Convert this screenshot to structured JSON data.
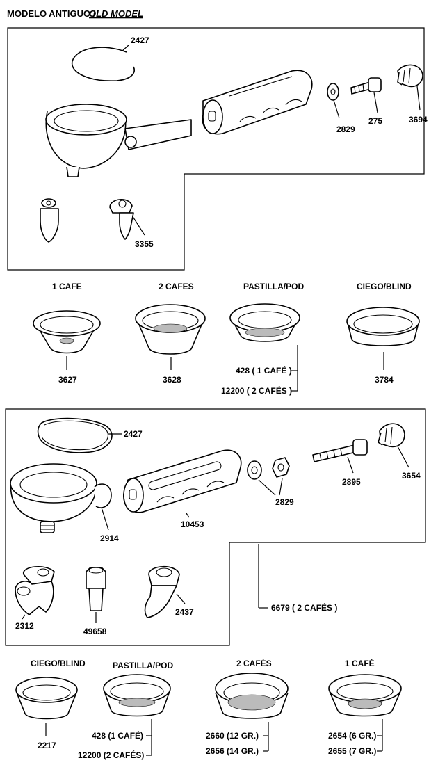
{
  "title": {
    "main": "MODELO ANTIGUO /",
    "italic": "OLD MODEL"
  },
  "old_model": {
    "labels": {
      "ring": "2427",
      "washer": "2829",
      "screw": "275",
      "knob": "3694",
      "spout": "3355"
    }
  },
  "old_baskets": [
    {
      "heading": "1 CAFE",
      "code": "3627"
    },
    {
      "heading": "2 CAFES",
      "code": "3628"
    },
    {
      "heading": "PASTILLA/POD",
      "codes": [
        "428 ( 1 CAFÉ )",
        "12200 ( 2 CAFÉS )"
      ]
    },
    {
      "heading": "CIEGO/BLIND",
      "code": "3784"
    }
  ],
  "new_model": {
    "labels": {
      "ring": "2427",
      "handle": "10453",
      "washers": "2829",
      "screw": "2895",
      "knob": "3654",
      "holder": "2914",
      "spout_a": "2312",
      "spout_b": "49658",
      "spout_c": "2437",
      "complete": "6679 ( 2 CAFÉS )"
    }
  },
  "new_baskets": [
    {
      "heading": "CIEGO/BLIND",
      "codes": [
        "2217"
      ]
    },
    {
      "heading": "PASTILLA/POD",
      "codes": [
        "428 (1 CAFÉ)",
        "12200 (2 CAFÉS)"
      ]
    },
    {
      "heading": "2 CAFÉS",
      "codes": [
        "2660 (12 GR.)",
        "2656 (14 GR.)"
      ]
    },
    {
      "heading": "1 CAFÉ",
      "codes": [
        "2654 (6 GR.)",
        "2655 (7 GR.)"
      ]
    }
  ]
}
